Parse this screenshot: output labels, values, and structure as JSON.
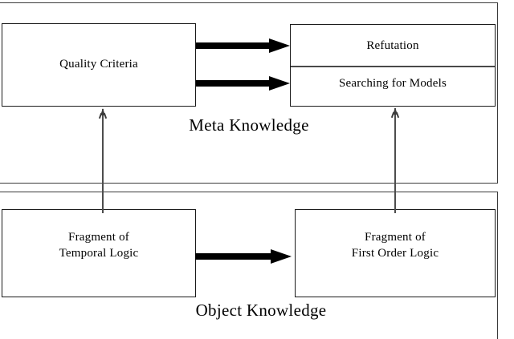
{
  "diagram": {
    "title": "Meta Knowledge / Object Knowledge layered architecture",
    "regions": [
      {
        "id": "meta",
        "caption": "Meta Knowledge"
      },
      {
        "id": "object",
        "caption": "Object Knowledge"
      }
    ],
    "nodes": {
      "quality_criteria": {
        "label": "Quality Criteria"
      },
      "refutation": {
        "label": "Refutation"
      },
      "searching_for_models": {
        "label": "Searching for Models"
      },
      "fragment_temporal_logic": {
        "label": "Fragment of\nTemporal Logic"
      },
      "fragment_first_order_logic": {
        "label": "Fragment of\nFirst Order Logic"
      }
    },
    "edges": [
      {
        "id": "quality-to-refutation",
        "from": "quality_criteria",
        "to": "refutation",
        "style": "thick",
        "direction": "right"
      },
      {
        "id": "quality-to-searching",
        "from": "quality_criteria",
        "to": "searching_for_models",
        "style": "thick",
        "direction": "right"
      },
      {
        "id": "temporal-to-first-order",
        "from": "fragment_temporal_logic",
        "to": "fragment_first_order_logic",
        "style": "thick",
        "direction": "right"
      },
      {
        "id": "temporal-to-quality",
        "from": "fragment_temporal_logic",
        "to": "quality_criteria",
        "style": "thin",
        "direction": "up"
      },
      {
        "id": "first-order-to-searching",
        "from": "fragment_first_order_logic",
        "to": "searching_for_models",
        "style": "thin",
        "direction": "up"
      }
    ],
    "colors": {
      "background": "#ffffff",
      "stroke": "#1a1a1a",
      "outer_stroke": "#3a3a3a",
      "thin_arrow": "#3d3d3d",
      "text": "#000000"
    }
  }
}
